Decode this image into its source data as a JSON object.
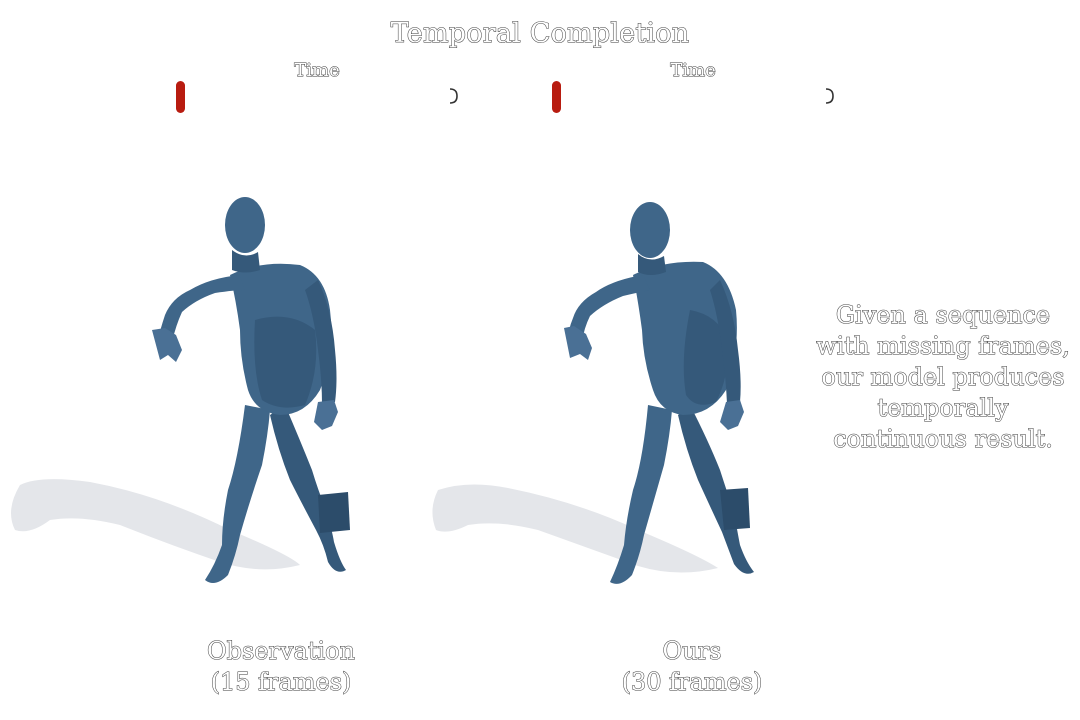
{
  "title": "Temporal Completion",
  "left_panel": {
    "time_label": "Time",
    "caption_line1": "Observation",
    "caption_line2": "(15 frames)"
  },
  "right_panel": {
    "time_label": "Time",
    "caption_line1": "Ours",
    "caption_line2": "(30 frames)"
  },
  "description": "Given a sequence with missing frames, our model produces temporally continuous result.",
  "colors": {
    "body": "#3f6689",
    "body_shade": "#2c4c6a",
    "shadow": "#e4e6ea",
    "scrubber": "#b81c10"
  }
}
